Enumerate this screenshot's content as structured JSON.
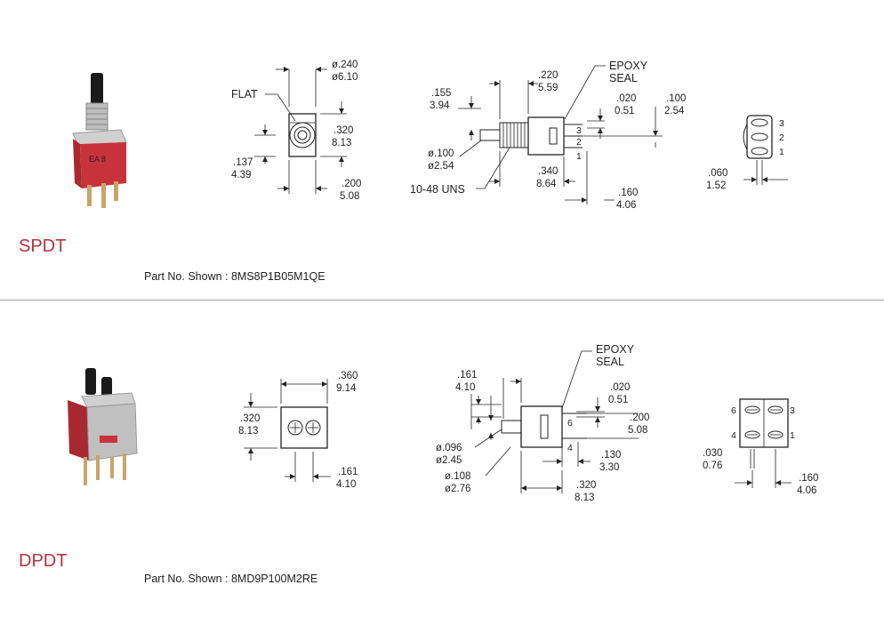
{
  "spdt": {
    "title": "SPDT",
    "part_shown": "Part No. Shown : 8MS8P1B05M1QE",
    "front": {
      "flat": "FLAT",
      "dia_in": "ø.240",
      "dia_mm": "ø6.10",
      "h_in": ".320",
      "h_mm": "8.13",
      "left_in": ".137",
      "left_mm": "4.39",
      "w_in": ".200",
      "w_mm": "5.08"
    },
    "side": {
      "epoxy": "EPOXY",
      "seal": "SEAL",
      "a_in": ".220",
      "a_mm": "5.59",
      "b_in": ".155",
      "b_mm": "3.94",
      "c_in": ".020",
      "c_mm": "0.51",
      "d_in": ".100",
      "d_mm": "2.54",
      "e_in": "ø.100",
      "e_mm": "ø2.54",
      "thread": "10-48 UNS",
      "f_in": ".340",
      "f_mm": "8.64",
      "g_in": ".160",
      "g_mm": "4.06",
      "pins": [
        "3",
        "2",
        "1"
      ]
    },
    "bottom": {
      "pins": [
        "3",
        "2",
        "1"
      ],
      "sp_in": ".060",
      "sp_mm": "1.52"
    }
  },
  "dpdt": {
    "title": "DPDT",
    "part_shown": "Part No. Shown : 8MD9P100M2RE",
    "front": {
      "w_in": ".360",
      "w_mm": "9.14",
      "h_in": ".320",
      "h_mm": "8.13",
      "p_in": ".161",
      "p_mm": "4.10"
    },
    "side": {
      "epoxy": "EPOXY",
      "seal": "SEAL",
      "a_in": ".161",
      "a_mm": "4.10",
      "c_in": ".020",
      "c_mm": "0.51",
      "d_in": ".200",
      "d_mm": "5.08",
      "e_in": "ø.096",
      "e_mm": "ø2.45",
      "f_in": "ø.108",
      "f_mm": "ø2.76",
      "g_in": ".130",
      "g_mm": "3.30",
      "h_in": ".320",
      "h_mm": "8.13",
      "pins": [
        "6",
        "4"
      ]
    },
    "bottom": {
      "pins": [
        "6",
        "3",
        "4",
        "1"
      ],
      "sp_in": ".030",
      "sp_mm": "0.76",
      "w_in": ".160",
      "w_mm": "4.06"
    }
  },
  "colors": {
    "title": "#b5333d",
    "body": "#c8323a",
    "metal": "#b8b8b8"
  }
}
